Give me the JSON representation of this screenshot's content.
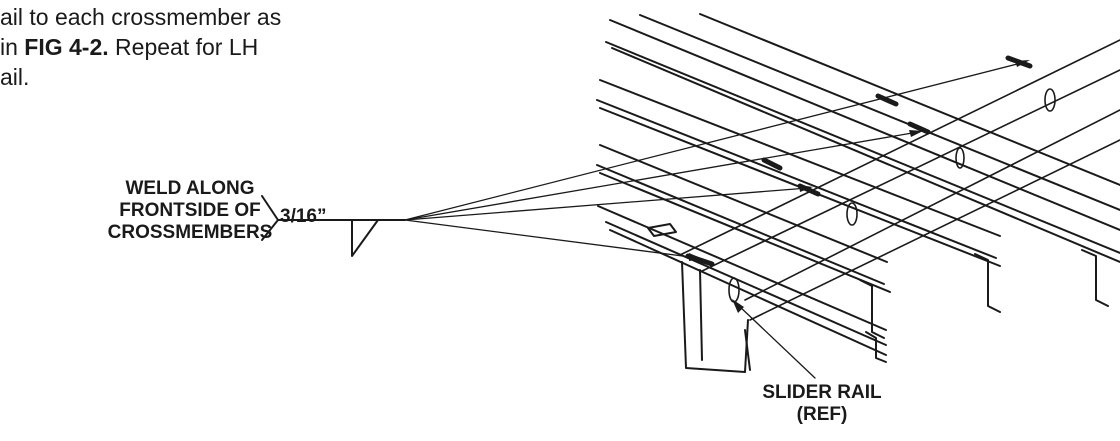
{
  "instruction": {
    "line1": "ail to each crossmember as",
    "line2_pre": "in ",
    "line2_fig": "FIG 4-2.",
    "line2_post": " Repeat for LH",
    "line3": "ail."
  },
  "callouts": {
    "weld_line1": "WELD ALONG",
    "weld_line2": "FRONTSIDE OF",
    "weld_line3": "CROSSMEMBERS",
    "weld_size": "3/16”",
    "slider_line1": "SLIDER RAIL",
    "slider_line2": "(REF)"
  }
}
